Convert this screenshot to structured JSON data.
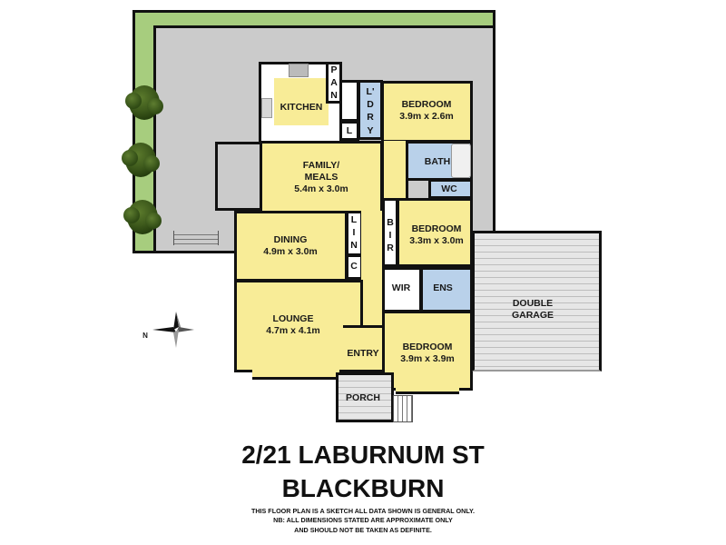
{
  "property": {
    "address_line1": "2/21 LABURNUM ST",
    "address_line2": "BLACKBURN",
    "disclaimer": [
      "THIS FLOOR PLAN IS A SKETCH ALL DATA SHOWN IS GENERAL ONLY.",
      "NB: ALL DIMENSIONS STATED ARE APPROXIMATE ONLY",
      "AND SHOULD NOT BE TAKEN AS DEFINITE."
    ]
  },
  "compass": {
    "north_label": "N"
  },
  "rooms": {
    "kitchen": {
      "name": "KITCHEN"
    },
    "pantry": {
      "letters": [
        "P",
        "A",
        "N"
      ]
    },
    "linen_small": {
      "name": "L"
    },
    "laundry": {
      "letters": [
        "L'",
        "D",
        "R",
        "Y"
      ]
    },
    "bedroom1": {
      "name": "BEDROOM",
      "dims": "3.9m x 2.6m"
    },
    "bath": {
      "name": "BATH"
    },
    "wc": {
      "name": "WC"
    },
    "family_meals": {
      "name_line1": "FAMILY/",
      "name_line2": "MEALS",
      "dims": "5.4m x 3.0m"
    },
    "dining": {
      "name": "DINING",
      "dims": "4.9m x 3.0m"
    },
    "linen": {
      "letters": [
        "L",
        "I",
        "N"
      ]
    },
    "cupboard": {
      "name": "C"
    },
    "bir": {
      "letters": [
        "B",
        "I",
        "R"
      ]
    },
    "bedroom2": {
      "name": "BEDROOM",
      "dims": "3.3m x 3.0m"
    },
    "wir": {
      "name": "WIR"
    },
    "ens": {
      "name": "ENS"
    },
    "lounge": {
      "name": "LOUNGE",
      "dims": "4.7m x 4.1m"
    },
    "entry": {
      "name": "ENTRY"
    },
    "bedroom3": {
      "name": "BEDROOM",
      "dims": "3.9m x 3.9m"
    },
    "porch": {
      "name": "PORCH"
    },
    "garage": {
      "name_line1": "DOUBLE",
      "name_line2": "GARAGE"
    }
  },
  "colors": {
    "room": "#f8ec97",
    "wet_area": "#b9d1ea",
    "paving": "#cbcbcb",
    "lawn": "#a7cd7e",
    "walls": "#111111"
  }
}
